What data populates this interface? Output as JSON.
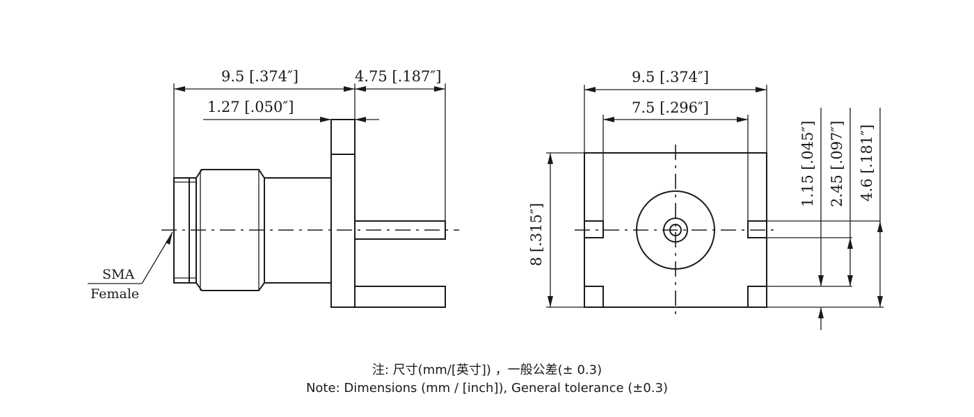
{
  "side_view": {
    "dim_overall": "9.5 [.374″]",
    "dim_pins": "4.75 [.187″]",
    "dim_flange": "1.27 [.050″]",
    "callout_line1": "SMA",
    "callout_line2": "Female"
  },
  "front_view": {
    "dim_width": "9.5 [.374″]",
    "dim_pin_spacing": "7.5 [.296″]",
    "dim_height": "8 [.315″]",
    "dim_a": "1.15 [.045″]",
    "dim_b": "2.45 [.097″]",
    "dim_c": "4.6 [.181″]"
  },
  "notes": {
    "line_zh": "注: 尺寸(mm/[英寸]) ，一般公差(± 0.3)",
    "line_en": "Note: Dimensions (mm / [inch]), General tolerance (±0.3)"
  }
}
